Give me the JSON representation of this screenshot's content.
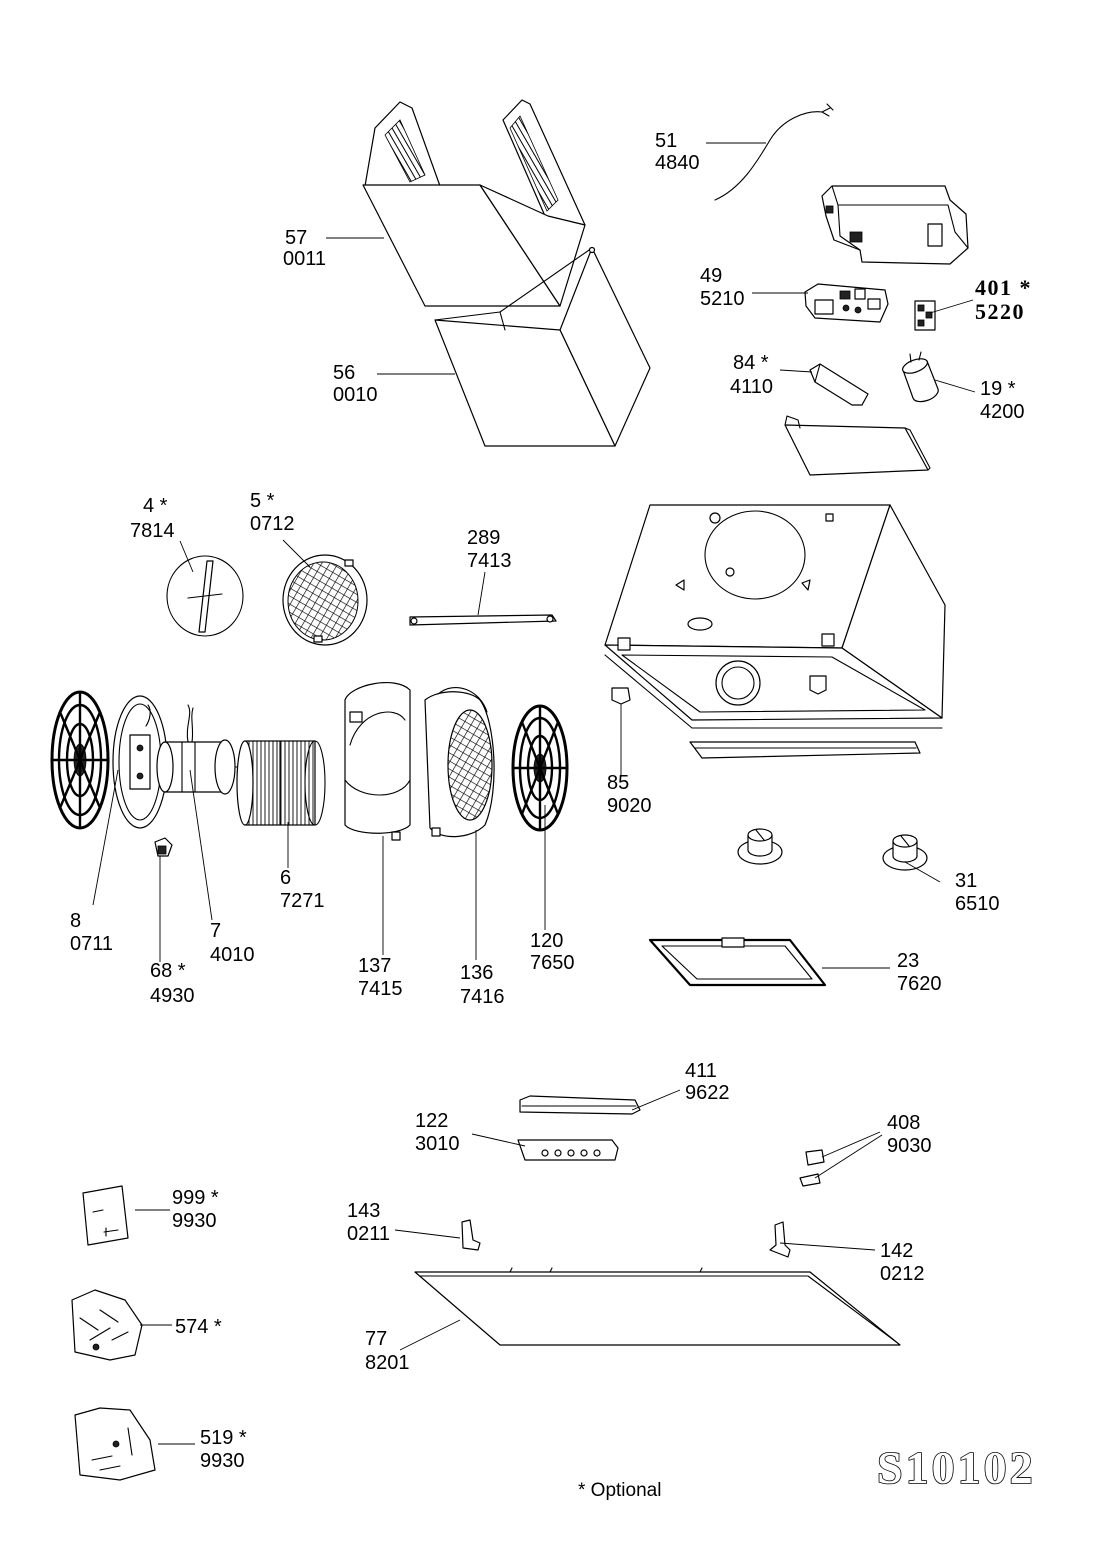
{
  "diagram": {
    "callouts": [
      {
        "number": "51",
        "code": "4840"
      },
      {
        "number": "57",
        "code": "0011"
      },
      {
        "number": "56",
        "code": "0010"
      },
      {
        "number": "49",
        "code": "5210"
      },
      {
        "number": "401 *",
        "code": "5220"
      },
      {
        "number": "84 *",
        "code": "4110"
      },
      {
        "number": "19 *",
        "code": "4200"
      },
      {
        "number": "4 *",
        "code": "7814"
      },
      {
        "number": "5 *",
        "code": "0712"
      },
      {
        "number": "289",
        "code": "7413"
      },
      {
        "number": "85",
        "code": "9020"
      },
      {
        "number": "31",
        "code": "6510"
      },
      {
        "number": "23",
        "code": "7620"
      },
      {
        "number": "6",
        "code": "7271"
      },
      {
        "number": "8",
        "code": "0711"
      },
      {
        "number": "7",
        "code": "4010"
      },
      {
        "number": "68 *",
        "code": "4930"
      },
      {
        "number": "137",
        "code": "7415"
      },
      {
        "number": "136",
        "code": "7416"
      },
      {
        "number": "120",
        "code": "7650"
      },
      {
        "number": "411",
        "code": "9622"
      },
      {
        "number": "122",
        "code": "3010"
      },
      {
        "number": "408",
        "code": "9030"
      },
      {
        "number": "999 *",
        "code": "9930"
      },
      {
        "number": "143",
        "code": "0211"
      },
      {
        "number": "142",
        "code": "0212"
      },
      {
        "number": "77",
        "code": "8201"
      },
      {
        "number": "574 *"
      },
      {
        "number": "519 *",
        "code": "9930"
      }
    ],
    "footnote": "* Optional",
    "drawing_id": "S10102"
  },
  "colors": {
    "line": "#000000",
    "background": "#ffffff"
  }
}
